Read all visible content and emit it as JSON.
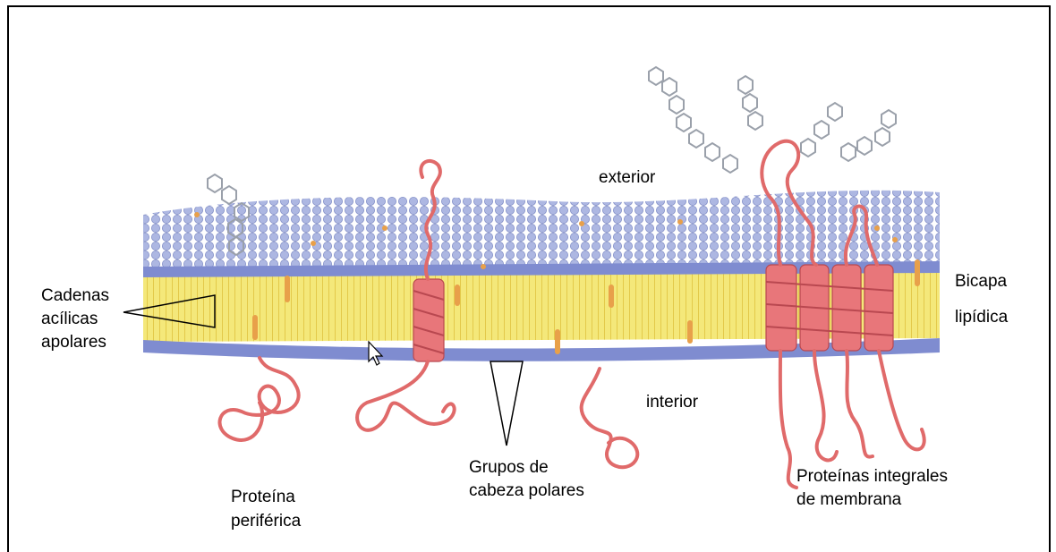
{
  "labels": {
    "exterior": "exterior",
    "interior": "interior",
    "cadenas_line1": "Cadenas",
    "cadenas_line2": "acílicas",
    "cadenas_line3": "apolares",
    "bicapa_line1": "Bicapa",
    "bicapa_line2": "lipídica",
    "grupos_line1": "Grupos de",
    "grupos_line2": "cabeza polares",
    "proteina_line1": "Proteína",
    "proteina_line2": "periférica",
    "integrales_line1": "Proteínas integrales",
    "integrales_line2": "de membrana"
  },
  "colors": {
    "head_blue": "#9aa6d8",
    "head_dark": "#5f6db0",
    "tail_yellow": "#f2e46a",
    "protein_red": "#e06a6a",
    "cholesterol": "#e8a04a"
  }
}
